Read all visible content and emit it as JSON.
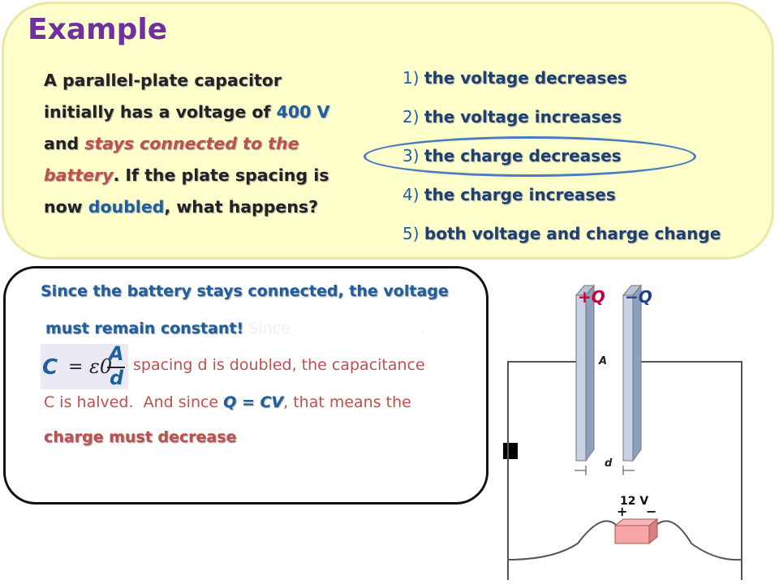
{
  "title": "Example",
  "question": {
    "p1": "A parallel-plate capacitor initially has a voltage of ",
    "voltage": "400 V",
    "p2": " and ",
    "connected": "stays connected to the battery",
    "p3": ". If the plate spacing is now ",
    "doubled": "doubled",
    "p4": ", what happens?"
  },
  "options": [
    {
      "num": "1)",
      "text": "the voltage decreases"
    },
    {
      "num": "2)",
      "text": "the voltage increases"
    },
    {
      "num": "3)",
      "text": "the charge decreases"
    },
    {
      "num": "4)",
      "text": "the charge increases"
    },
    {
      "num": "5)",
      "text": "both voltage and charge change"
    }
  ],
  "answer": {
    "line1": "Since the battery stays connected, the voltage",
    "line2_bold": "must remain constant!",
    "line2_ghost": " Since",
    "line2_comma": ",",
    "line3": "spacing d is doubled, the capacitance",
    "line4_a": "C is halved.",
    "line4_b": "And since ",
    "line4_qcv": "Q = CV",
    "line4_c": ", that means the",
    "line5": "charge must decrease"
  },
  "formula": {
    "lhs": "C",
    "eq": "=",
    "eps": "ε0",
    "num": "A",
    "den": "d"
  },
  "diagram": {
    "plus_q": "+Q",
    "minus_q": "−Q",
    "area": "A",
    "gap": "d",
    "battery": "12 V"
  },
  "colors": {
    "accent": "#7030a0",
    "blue": "#1f5fa0",
    "red": "#c0504d",
    "panel": "#ffffcc",
    "circle": "#4a7cc0"
  }
}
